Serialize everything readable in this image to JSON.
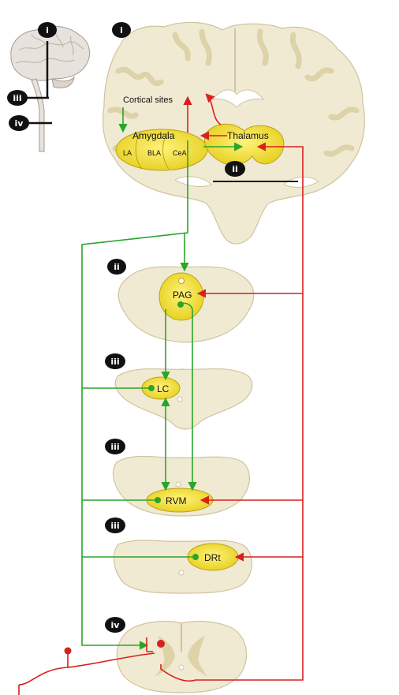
{
  "panel_markers": {
    "brain_i": "i",
    "coronal_i": "i",
    "brain_iii": "iii",
    "brain_iv": "iv",
    "coronal_ii": "ii",
    "section_ii": "ii",
    "section_iii_lc": "iii",
    "section_iii_rvm": "iii",
    "section_iii_drt": "iii",
    "section_iv": "iv"
  },
  "labels": {
    "cortical_sites": "Cortical sites",
    "amygdala": "Amygdala",
    "la": "LA",
    "bla": "BLA",
    "cea": "CeA",
    "thalamus": "Thalamus",
    "pag": "PAG",
    "lc": "LC",
    "rvm": "RVM",
    "drt": "DRt"
  },
  "colors": {
    "descending_pathway": "#2aa52a",
    "ascending_pathway": "#d8201e",
    "nucleus_fill": "#f2e23c",
    "tissue": "#f1ead2",
    "grey_matter": "#ddd2a8",
    "marker": "#111111"
  }
}
